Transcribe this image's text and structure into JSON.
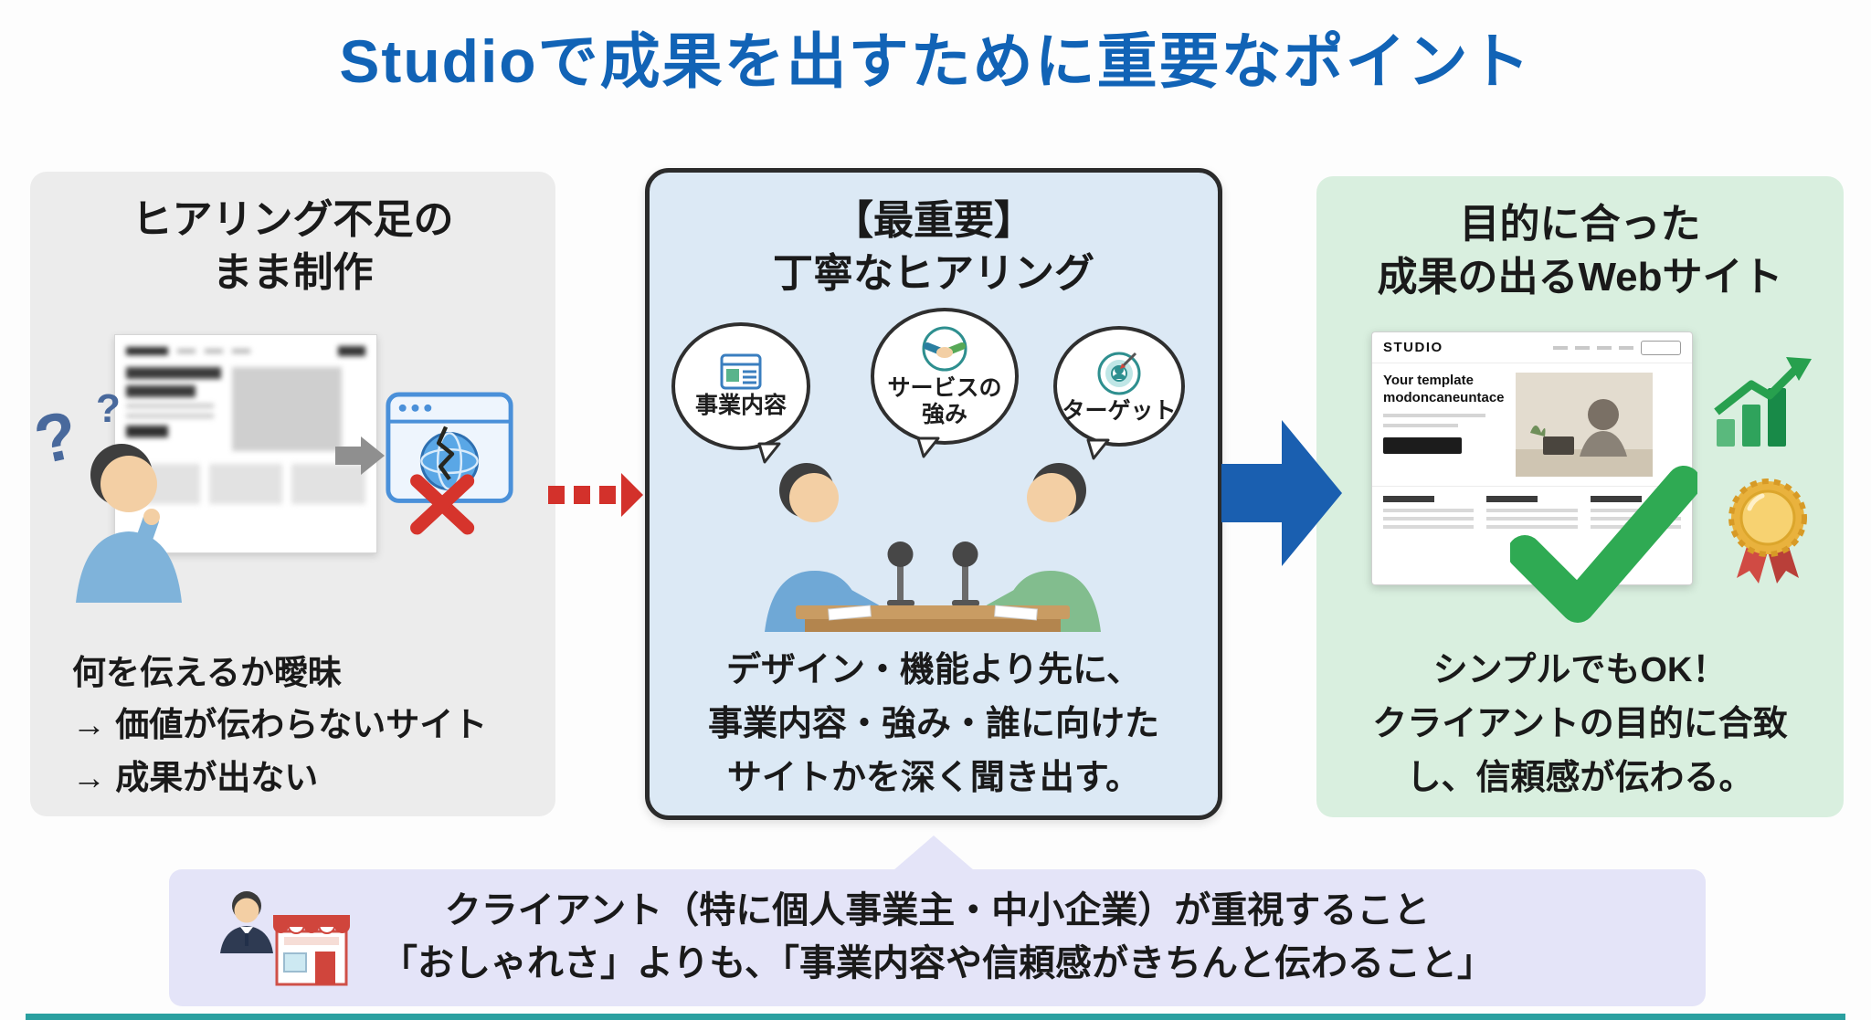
{
  "title": "Studioで成果を出すために重要なポイント",
  "colors": {
    "title_blue": "#1163b6",
    "panel_left_bg": "#ececec",
    "panel_center_bg": "#dce9f5",
    "panel_center_border": "#2b2b2b",
    "panel_right_bg": "#d9efdf",
    "arrow_red": "#d3312b",
    "arrow_blue": "#1a5fb0",
    "banner_bg": "#e4e4f8",
    "check_green": "#2faa53",
    "cross_red": "#d6342c",
    "medal_gold": "#e9b23d"
  },
  "panel_left": {
    "title": "ヒアリング不足の\nまま制作",
    "question_mark_large": "?",
    "question_mark_small": "?",
    "body": "何を伝えるか曖昧\n→ 価値が伝わらないサイト\n→ 成果が出ない"
  },
  "panel_center": {
    "title": "【最重要】\n丁寧なヒアリング",
    "bubbles": [
      {
        "label": "事業内容"
      },
      {
        "label": "サービスの\n強み"
      },
      {
        "label": "ターゲット"
      }
    ],
    "body": "デザイン・機能より先に、\n事業内容・強み・誰に向けた\nサイトかを深く聞き出す。"
  },
  "panel_right": {
    "title": "目的に合った\n成果の出るWebサイト",
    "site_mock": {
      "logo": "STUDIO",
      "headline": "Your template\nmodoncaneuntace"
    },
    "body": "シンプルでもOK！\nクライアントの目的に合致\nし、信頼感が伝わる。"
  },
  "banner": {
    "line1": "クライアント（特に個人事業主・中小企業）が重視すること",
    "line2": "「おしゃれさ」よりも、「事業内容や信頼感がきちんと伝わること」"
  }
}
